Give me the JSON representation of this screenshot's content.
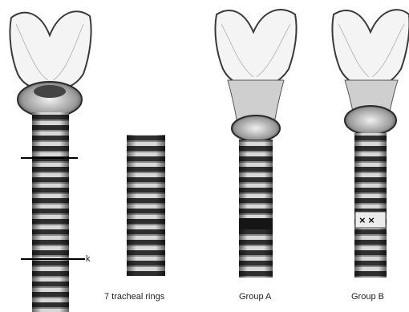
{
  "figure": {
    "panels": [
      {
        "id": "full-trachea",
        "caption": ""
      },
      {
        "id": "resected-segment",
        "caption": "7 tracheal rings"
      },
      {
        "id": "group-a",
        "caption": "Group A"
      },
      {
        "id": "group-b",
        "caption": "Group B"
      }
    ],
    "annotations": {
      "group_b_sutures": "× ×"
    },
    "colors": {
      "ink": "#2a2a2a",
      "shadow": "#555555",
      "background": "#ffffff"
    }
  }
}
